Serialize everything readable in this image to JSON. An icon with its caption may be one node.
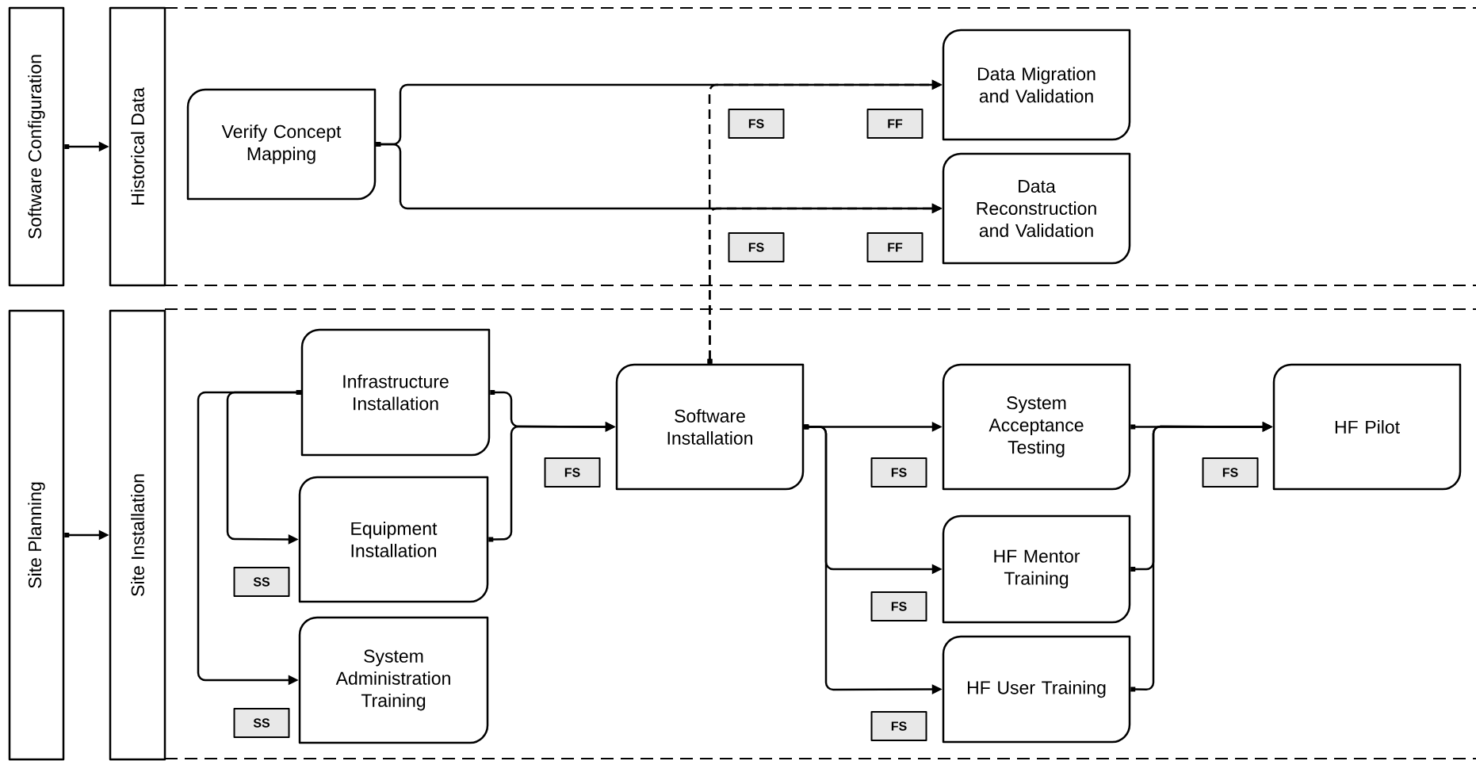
{
  "diagram": {
    "nodes": [
      {
        "text": [
          "Software Configuration"
        ]
      },
      {
        "text": [
          "Historical Data"
        ]
      },
      {
        "text": [
          "Verify Concept Mapping"
        ]
      },
      {
        "text": [
          "Data Migration and Validation"
        ]
      },
      {
        "text": [
          "Data Reconstruction and Validation"
        ]
      },
      {
        "text": [
          "Site Planning"
        ]
      },
      {
        "text": [
          "Site Installation"
        ]
      },
      {
        "text": [
          "Infrastructure Installation"
        ]
      },
      {
        "text": [
          "Equipment Installation"
        ]
      },
      {
        "text": [
          "System Administration Training"
        ]
      },
      {
        "text": [
          "Software Installation"
        ]
      },
      {
        "text": [
          "System Acceptance Testing"
        ]
      },
      {
        "text": [
          "HF Mentor Training"
        ]
      },
      {
        "text": [
          "HF User Training"
        ]
      },
      {
        "text": [
          "HF Pilot"
        ]
      }
    ],
    "edges": [
      {
        "from": 0,
        "to": 1,
        "arrow": "to"
      },
      {
        "from": 2,
        "to": 3,
        "arrow": "to",
        "label": "FS"
      },
      {
        "from": 2,
        "to": 4,
        "arrow": "to",
        "label": "FS"
      },
      {
        "from": 10,
        "to": 3,
        "arrow": "to",
        "label": "FF",
        "style": "dashed"
      },
      {
        "from": 10,
        "to": 4,
        "arrow": "to",
        "label": "FF",
        "style": "dashed"
      },
      {
        "from": 5,
        "to": 6,
        "arrow": "to"
      },
      {
        "from": 7,
        "to": 8,
        "arrow": "to",
        "label": "SS"
      },
      {
        "from": 7,
        "to": 9,
        "arrow": "to",
        "label": "SS"
      },
      {
        "from": 7,
        "to": 10,
        "arrow": "to",
        "label": "FS"
      },
      {
        "from": 8,
        "to": 10,
        "arrow": "to"
      },
      {
        "from": 10,
        "to": 11,
        "arrow": "to",
        "label": "FS"
      },
      {
        "from": 10,
        "to": 12,
        "arrow": "to",
        "label": "FS"
      },
      {
        "from": 10,
        "to": 13,
        "arrow": "to",
        "label": "FS"
      },
      {
        "from": 11,
        "to": 14,
        "arrow": "to",
        "label": "FS"
      },
      {
        "from": 12,
        "to": 14,
        "arrow": "to"
      },
      {
        "from": 13,
        "to": 14,
        "arrow": "to"
      }
    ]
  }
}
